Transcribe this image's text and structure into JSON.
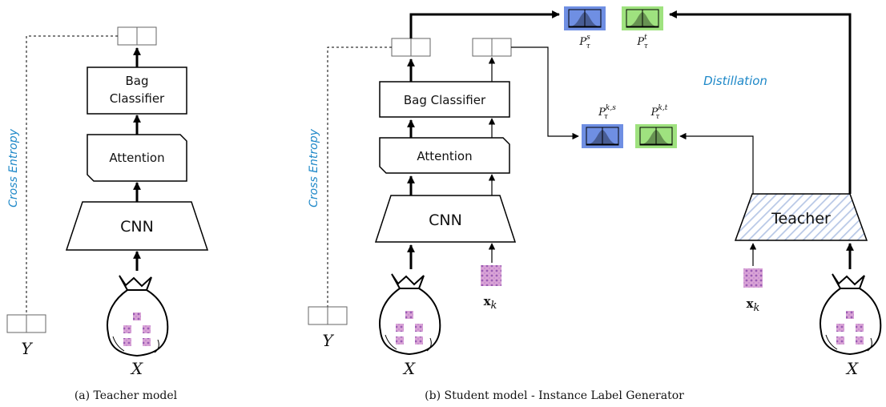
{
  "teacher_panel": {
    "blocks": {
      "bag_classifier": "Bag Classifier",
      "attention": "Attention",
      "cnn": "CNN"
    },
    "loss_label": "Cross Entropy",
    "y_label": "Y",
    "x_label": "X",
    "caption": "(a) Teacher model"
  },
  "student_panel": {
    "blocks": {
      "bag_classifier": "Bag Classifier",
      "attention": "Attention",
      "cnn": "CNN",
      "teacher": "Teacher"
    },
    "loss_label": "Cross Entropy",
    "distillation_label": "Distillation",
    "y_label": "Y",
    "x_label_left": "X",
    "x_label_right": "X",
    "instance_label_left": "x",
    "instance_label_right": "x",
    "instance_subscript": "k",
    "prob_labels": {
      "student_bag": {
        "base": "P",
        "sup": "s",
        "sub": "τ"
      },
      "teacher_bag": {
        "base": "P",
        "sup": "t",
        "sub": "τ"
      },
      "student_inst": {
        "base": "P",
        "sup": "k,s",
        "sub": "τ"
      },
      "teacher_inst": {
        "base": "P",
        "sup": "k,t",
        "sub": "τ"
      }
    },
    "caption": "(b) Student model - Instance Label Generator"
  },
  "colors": {
    "student": "#6f8fe3",
    "teacher": "#9fe27f",
    "annotation": "#1e88c8",
    "teacher_hatch": "#b8c8e6"
  }
}
